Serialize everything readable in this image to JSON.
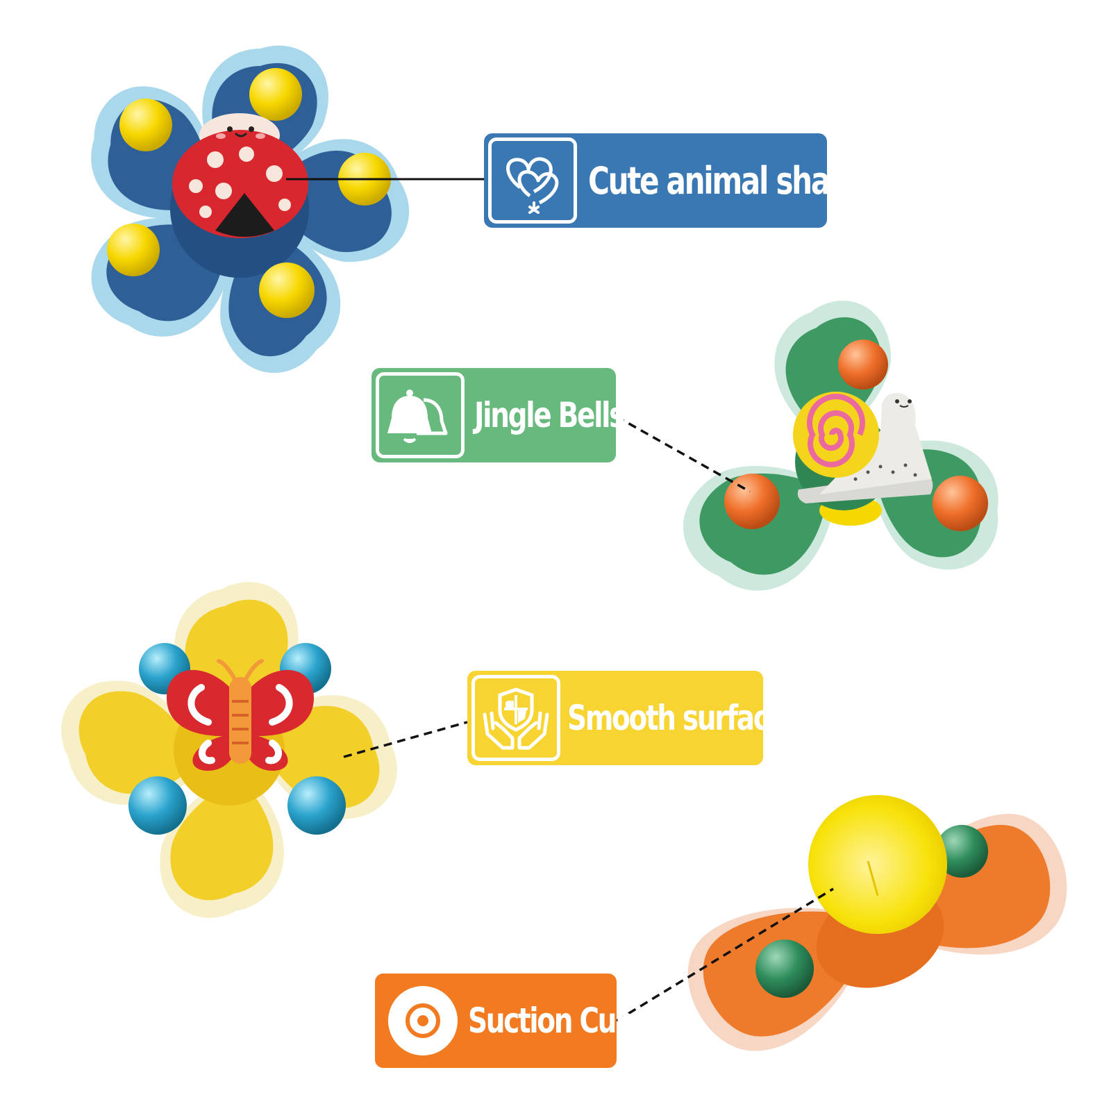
{
  "colors": {
    "blue_badge": "#3a78b4",
    "green_badge": "#68b97d",
    "yellow_badge": "#f7d431",
    "orange_badge": "#f27b22"
  },
  "features": {
    "animal": {
      "label": "Cute animal shapes",
      "icon": "hearts-balloon-icon"
    },
    "bells": {
      "label": "Jingle Bells",
      "icon": "bells-icon"
    },
    "smooth": {
      "label": "Smooth surface",
      "icon": "shield-hands-icon"
    },
    "suction": {
      "label": "Suction Cup",
      "icon": "suction-target-icon"
    }
  },
  "toys": [
    {
      "name": "ladybug-spinner",
      "color": "#2f5f97",
      "rim": "#a9d8ec",
      "balls": "#f5d400"
    },
    {
      "name": "snail-spinner",
      "color": "#3e9a62",
      "rim": "#cde9dd",
      "balls": "#ef7a2f"
    },
    {
      "name": "butterfly-spinner",
      "color": "#f3cf2a",
      "rim": "#f7efc8",
      "balls": "#2ea3c8"
    },
    {
      "name": "suction-cup-spinner",
      "color": "#ee7a2b",
      "rim": "#f7d6c4",
      "balls": "#2e8a5a"
    }
  ]
}
